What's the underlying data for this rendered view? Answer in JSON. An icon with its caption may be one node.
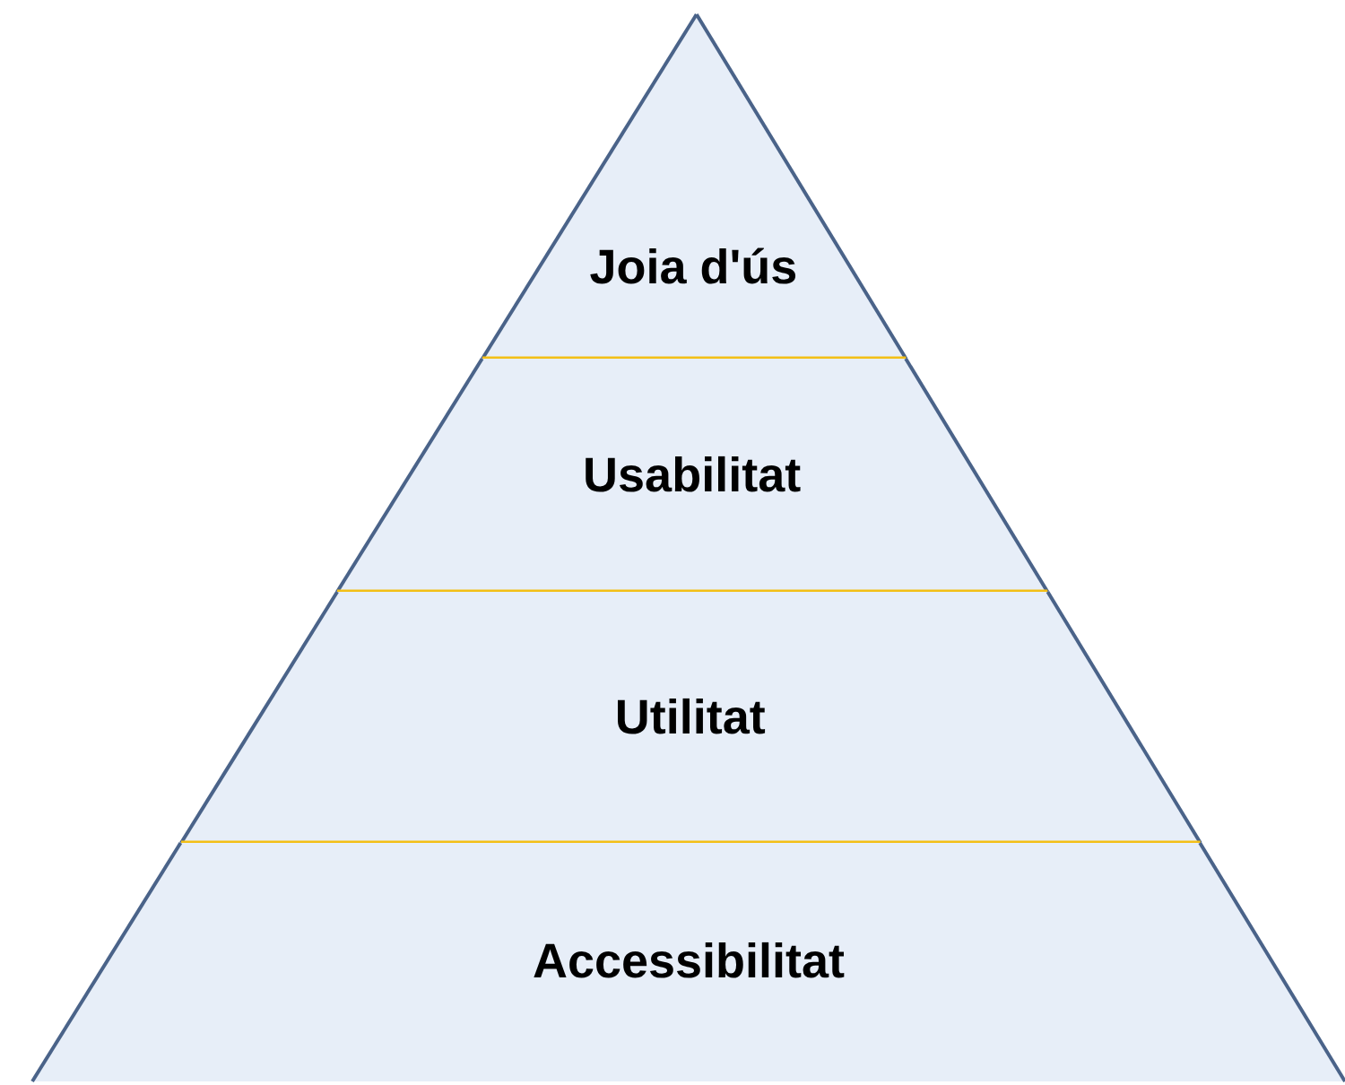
{
  "diagram": {
    "nodes": [
      {
        "text": [
          "Joia d'ús"
        ]
      },
      {
        "text": [
          "Usabilitat"
        ]
      },
      {
        "text": [
          "Utilitat"
        ]
      },
      {
        "text": [
          "Accessibilitat"
        ]
      }
    ]
  }
}
